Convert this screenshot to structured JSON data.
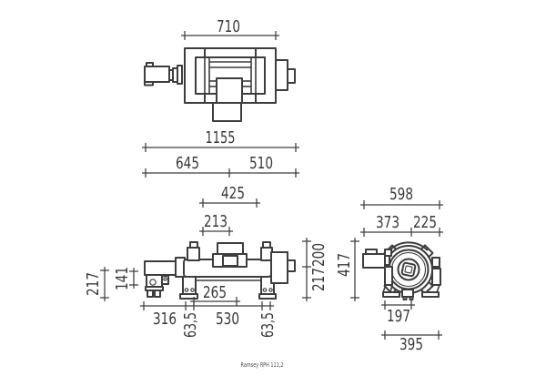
{
  "drawing": {
    "caption": "Ramsey RPH 111,2",
    "dims": {
      "top": {
        "drum_width": "710",
        "overall_length": "1155",
        "length_left": "645",
        "length_right": "510",
        "frame_span": "425",
        "drum_span": "213"
      },
      "front": {
        "height_foot": "217",
        "height_axis": "141",
        "center_span": "265",
        "motor_overhang": "316",
        "bolt_offset_left": "63,5",
        "leg_span": "530",
        "bolt_offset_right": "63,5",
        "height_upper": "200",
        "height_lower": "217",
        "overall_height": "417"
      },
      "end": {
        "overall_width": "598",
        "width_left": "373",
        "width_right": "225",
        "foot_inner": "197",
        "foot_outer": "395"
      }
    }
  }
}
